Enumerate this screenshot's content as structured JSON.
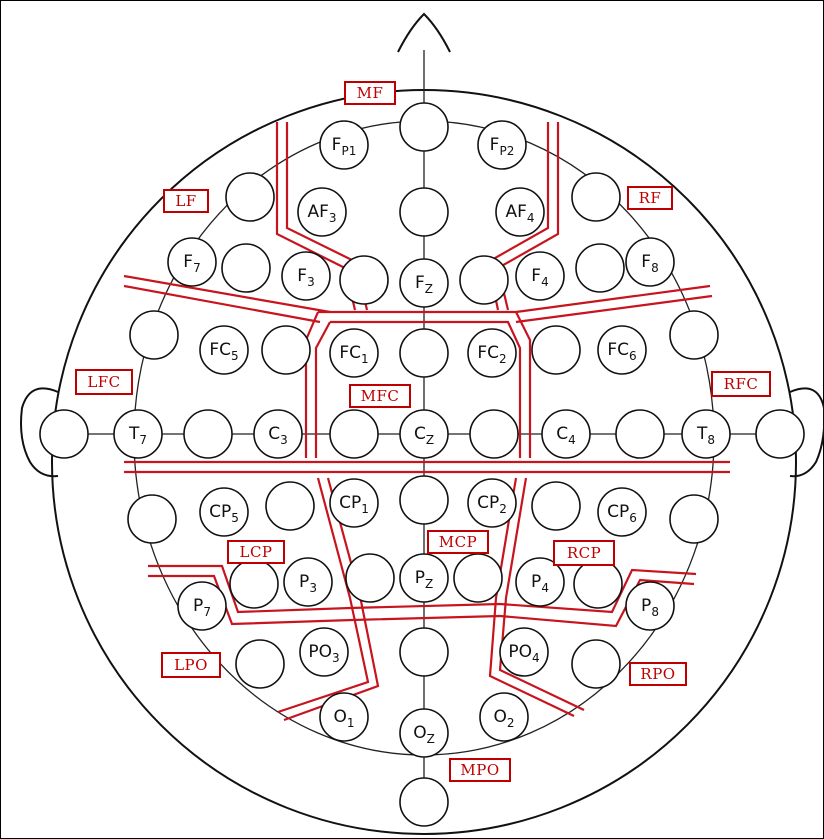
{
  "electrodes": [
    {
      "id": "nz",
      "main": "",
      "sub": ""
    },
    {
      "id": "fp1",
      "main": "F",
      "sub": "P1"
    },
    {
      "id": "fp2",
      "main": "F",
      "sub": "P2"
    },
    {
      "id": "af3",
      "main": "AF",
      "sub": "3"
    },
    {
      "id": "afz",
      "main": "",
      "sub": ""
    },
    {
      "id": "af4",
      "main": "AF",
      "sub": "4"
    },
    {
      "id": "af7",
      "main": "",
      "sub": ""
    },
    {
      "id": "af8",
      "main": "",
      "sub": ""
    },
    {
      "id": "f7",
      "main": "F",
      "sub": "7"
    },
    {
      "id": "f5",
      "main": "",
      "sub": ""
    },
    {
      "id": "f3",
      "main": "F",
      "sub": "3"
    },
    {
      "id": "f1",
      "main": "",
      "sub": ""
    },
    {
      "id": "fz",
      "main": "F",
      "sub": "Z"
    },
    {
      "id": "f2",
      "main": "",
      "sub": ""
    },
    {
      "id": "f4",
      "main": "F",
      "sub": "4"
    },
    {
      "id": "f6",
      "main": "",
      "sub": ""
    },
    {
      "id": "f8",
      "main": "F",
      "sub": "8"
    },
    {
      "id": "ft7",
      "main": "",
      "sub": ""
    },
    {
      "id": "fc5",
      "main": "FC",
      "sub": "5"
    },
    {
      "id": "fc3",
      "main": "",
      "sub": ""
    },
    {
      "id": "fc1",
      "main": "FC",
      "sub": "1"
    },
    {
      "id": "fcz",
      "main": "",
      "sub": ""
    },
    {
      "id": "fc2",
      "main": "FC",
      "sub": "2"
    },
    {
      "id": "fc4",
      "main": "",
      "sub": ""
    },
    {
      "id": "fc6",
      "main": "FC",
      "sub": "6"
    },
    {
      "id": "ft8",
      "main": "",
      "sub": ""
    },
    {
      "id": "a1",
      "main": "",
      "sub": ""
    },
    {
      "id": "t7",
      "main": "T",
      "sub": "7"
    },
    {
      "id": "c5",
      "main": "",
      "sub": ""
    },
    {
      "id": "c3",
      "main": "C",
      "sub": "3"
    },
    {
      "id": "c1",
      "main": "",
      "sub": ""
    },
    {
      "id": "cz",
      "main": "C",
      "sub": "Z"
    },
    {
      "id": "c2",
      "main": "",
      "sub": ""
    },
    {
      "id": "c4",
      "main": "C",
      "sub": "4"
    },
    {
      "id": "c6",
      "main": "",
      "sub": ""
    },
    {
      "id": "t8",
      "main": "T",
      "sub": "8"
    },
    {
      "id": "a2",
      "main": "",
      "sub": ""
    },
    {
      "id": "tp7",
      "main": "",
      "sub": ""
    },
    {
      "id": "cp5",
      "main": "CP",
      "sub": "5"
    },
    {
      "id": "cp3",
      "main": "",
      "sub": ""
    },
    {
      "id": "cp1",
      "main": "CP",
      "sub": "1"
    },
    {
      "id": "cpz",
      "main": "",
      "sub": ""
    },
    {
      "id": "cp2",
      "main": "CP",
      "sub": "2"
    },
    {
      "id": "cp4",
      "main": "",
      "sub": ""
    },
    {
      "id": "cp6",
      "main": "CP",
      "sub": "6"
    },
    {
      "id": "tp8",
      "main": "",
      "sub": ""
    },
    {
      "id": "p7",
      "main": "P",
      "sub": "7"
    },
    {
      "id": "p5",
      "main": "",
      "sub": ""
    },
    {
      "id": "p3",
      "main": "P",
      "sub": "3"
    },
    {
      "id": "p1",
      "main": "",
      "sub": ""
    },
    {
      "id": "pz",
      "main": "P",
      "sub": "Z"
    },
    {
      "id": "p2",
      "main": "",
      "sub": ""
    },
    {
      "id": "p4",
      "main": "P",
      "sub": "4"
    },
    {
      "id": "p6",
      "main": "",
      "sub": ""
    },
    {
      "id": "p8",
      "main": "P",
      "sub": "8"
    },
    {
      "id": "po7",
      "main": "",
      "sub": ""
    },
    {
      "id": "po3",
      "main": "PO",
      "sub": "3"
    },
    {
      "id": "poz",
      "main": "",
      "sub": ""
    },
    {
      "id": "po4",
      "main": "PO",
      "sub": "4"
    },
    {
      "id": "po8",
      "main": "",
      "sub": ""
    },
    {
      "id": "o1",
      "main": "O",
      "sub": "1"
    },
    {
      "id": "oz",
      "main": "O",
      "sub": "Z"
    },
    {
      "id": "o2",
      "main": "O",
      "sub": "2"
    },
    {
      "id": "iz",
      "main": "",
      "sub": ""
    }
  ],
  "regions": [
    {
      "id": "mf",
      "label": "MF"
    },
    {
      "id": "lf",
      "label": "LF"
    },
    {
      "id": "rf",
      "label": "RF"
    },
    {
      "id": "lfc",
      "label": "LFC"
    },
    {
      "id": "mfc",
      "label": "MFC"
    },
    {
      "id": "rfc",
      "label": "RFC"
    },
    {
      "id": "lcp",
      "label": "LCP"
    },
    {
      "id": "mcp",
      "label": "MCP"
    },
    {
      "id": "rcp",
      "label": "RCP"
    },
    {
      "id": "lpo",
      "label": "LPO"
    },
    {
      "id": "rpo",
      "label": "RPO"
    },
    {
      "id": "mpo",
      "label": "MPO"
    }
  ],
  "colors": {
    "region_line": "#c8141e",
    "region_text": "#c00000",
    "outline": "#111111"
  }
}
